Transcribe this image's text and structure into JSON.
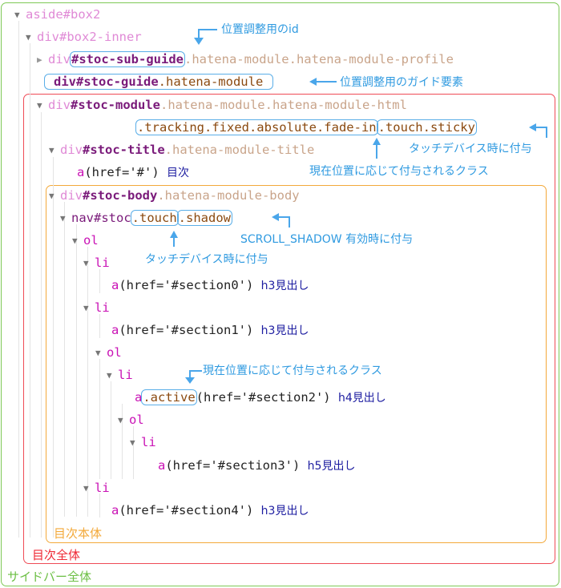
{
  "colors": {
    "sidebar_box": "#7ec856",
    "toc_box": "#ef4b56",
    "toc_body_box": "#f3a93a",
    "highlight": "#5aaee8",
    "note": "#2f9ae0"
  },
  "tree": {
    "aside": {
      "tag": "aside#box2"
    },
    "box2_inner": {
      "tag": "div#box2-inner"
    },
    "sub_guide": {
      "tag": "div",
      "id": "#stoc-sub-guide",
      "classes": ".hatena-module.hatena-module-profile"
    },
    "guide": {
      "tag": "div#stoc-guide",
      "classes": ".hatena-module"
    },
    "module": {
      "tag": "div",
      "id": "#stoc-module",
      "classes": ".hatena-module.hatena-module-html",
      "extra_classes_1": ".tracking.fixed.absolute.fade-in",
      "extra_classes_2": ".touch.sticky"
    },
    "title": {
      "tag": "div",
      "id": "#stoc-title",
      "classes": ".hatena-module-title"
    },
    "title_link": {
      "tag": "a",
      "attr": "(href='#')",
      "text": "目次"
    },
    "body": {
      "tag": "div",
      "id": "#stoc-body",
      "classes": ".hatena-module-body"
    },
    "nav": {
      "tag": "nav#stoc",
      "class1": ".touch",
      "class2": ".shadow"
    },
    "ol1": "ol",
    "li0": "li",
    "a0": {
      "tag": "a",
      "attr": "(href='#section0')",
      "text": "h3見出し"
    },
    "li1": "li",
    "a1": {
      "tag": "a",
      "attr": "(href='#section1')",
      "text": "h3見出し"
    },
    "ol2": "ol",
    "li2": "li",
    "a2": {
      "tag": "a",
      "class": ".active",
      "attr": "(href='#section2')",
      "text": "h4見出し"
    },
    "ol3": "ol",
    "li3": "li",
    "a3": {
      "tag": "a",
      "attr": "(href='#section3')",
      "text": "h5見出し"
    },
    "li4": "li",
    "a4": {
      "tag": "a",
      "attr": "(href='#section4')",
      "text": "h3見出し"
    }
  },
  "notes": {
    "id_for_position": "位置調整用のid",
    "guide_element": "位置調整用のガイド要素",
    "touch_device": "タッチデバイス時に付与",
    "by_position": "現在位置に応じて付与されるクラス",
    "scroll_shadow": "SCROLL_SHADOW 有効時に付与",
    "touch_device_nav": "タッチデバイス時に付与",
    "by_position_active": "現在位置に応じて付与されるクラス"
  },
  "labels": {
    "toc_body": "目次本体",
    "toc_whole": "目次全体",
    "sidebar_whole": "サイドバー全体"
  }
}
